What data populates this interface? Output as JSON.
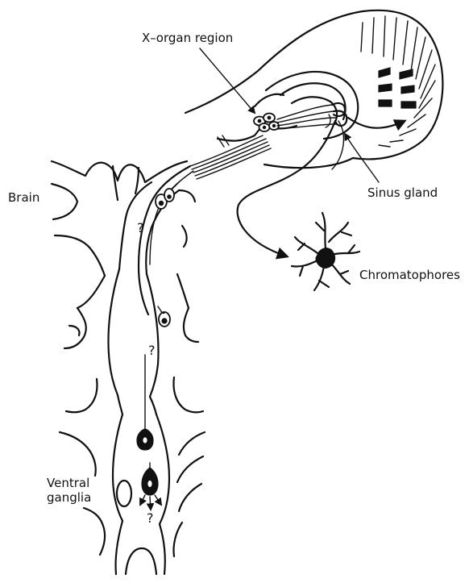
{
  "labels": {
    "x_organ": "X–organ region",
    "sinus_gland": "Sinus gland",
    "brain": "Brain",
    "chromatophores": "Chromatophores",
    "ventral_line1": "Ventral",
    "ventral_line2": "ganglia"
  },
  "unknowns": {
    "q_brain": "?",
    "q_connective": "?",
    "q_ventral": "?"
  }
}
